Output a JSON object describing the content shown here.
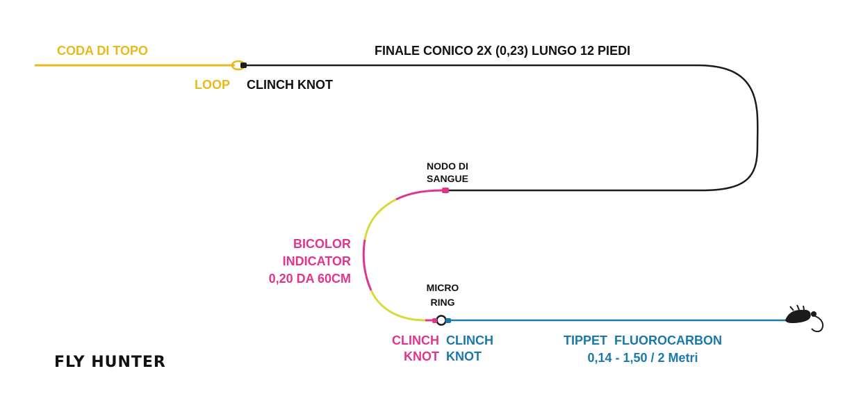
{
  "colors": {
    "fly_line": "#e8b91a",
    "leader": "#1b1b1b",
    "indicator_pink": "#e0358f",
    "indicator_yellow": "#d9d93a",
    "tippet": "#1a78ad",
    "label_dark": "#111111"
  },
  "labels": {
    "fly_line": "CODA DI TOPO",
    "leader_title": "FINALE CONICO 2X (0,23) LUNGO 12 PIEDI",
    "loop": "LOOP",
    "clinch_knot_top": "CLINCH KNOT",
    "blood_knot_line1": "NODO DI",
    "blood_knot_line2": "SANGUE",
    "indicator_line1": "BICOLOR",
    "indicator_line2": "INDICATOR",
    "indicator_line3": "0,20 DA 60CM",
    "micro_ring_line1": "MICRO",
    "micro_ring_line2": "RING",
    "clinch_left_line1": "CLINCH",
    "clinch_left_line2": "KNOT",
    "clinch_right_line1": "CLINCH",
    "clinch_right_line2": "KNOT",
    "tippet_line1": "TIPPET  FLUOROCARBON",
    "tippet_line2": "0,14 - 1,50 / 2 Metri",
    "brand": "FLY HUNTER"
  },
  "icons": {
    "loop": "loop-icon",
    "knot": "knot-marker-icon",
    "ring": "micro-ring-icon",
    "fly": "nymph-fly-icon"
  }
}
